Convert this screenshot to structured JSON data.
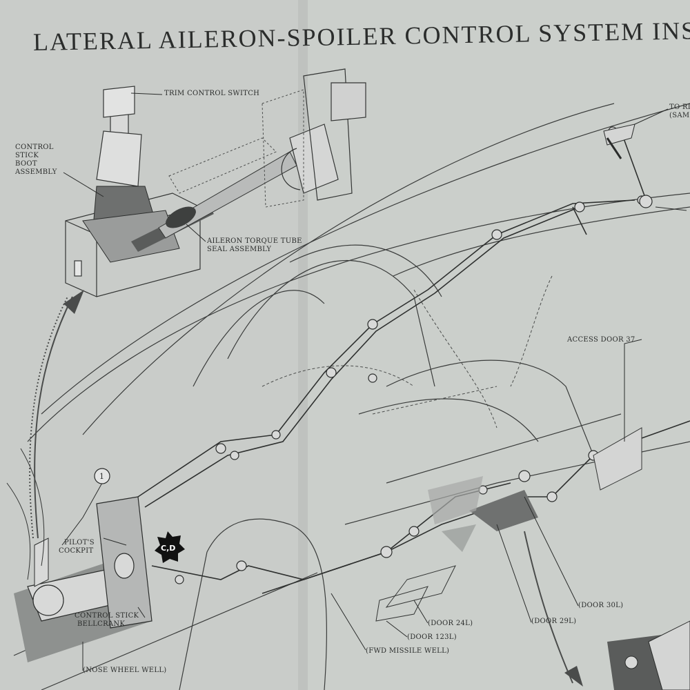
{
  "title": "LATERAL AILERON-SPOILER CONTROL  SYSTEM INSTAL",
  "labels": {
    "trim_control_switch": "TRIM CONTROL SWITCH",
    "control_stick_boot_line1": "CONTROL",
    "control_stick_boot_line2": "STICK",
    "control_stick_boot_line3": "BOOT",
    "control_stick_boot_line4": "ASSEMBLY",
    "torque_tube_seal_line1": "AILERON TORQUE TUBE",
    "torque_tube_seal_line2": "SEAL ASSEMBLY",
    "to_ref_line1": "TO RI",
    "to_ref_line2": "(SAM",
    "access_door_37": "ACCESS DOOR 37",
    "callout_1": "1",
    "pilots_cockpit_line1": "PILOT'S",
    "pilots_cockpit_line2": "COCKPIT",
    "cd_badge": "C,D",
    "control_stick_bellcrank_line1": "CONTROL STICK",
    "control_stick_bellcrank_line2": "BELLCRANK",
    "door_30l": "(DOOR 30L)",
    "door_29l": "(DOOR 29L)",
    "door_24l": "(DOOR 24L)",
    "door_123l": "(DOOR 123L)",
    "fwd_missile_well": "(FWD MISSILE WELL)",
    "nose_wheel_well": "(NOSE WHEEL WELL)"
  },
  "colors": {
    "paper": "#c9ccc9",
    "ink": "#2a2c2b",
    "shadow": "#8e918f"
  }
}
